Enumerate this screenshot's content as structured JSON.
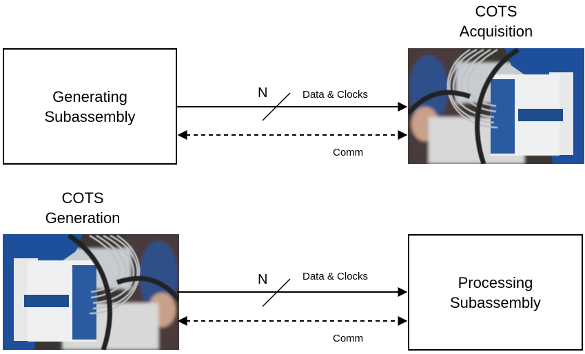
{
  "top": {
    "left_block": {
      "line1": "Generating",
      "line2": "Subassembly"
    },
    "right_block": {
      "title_line1": "COTS",
      "title_line2": "Acquisition",
      "image": "cots-hardware-photo"
    },
    "data_link": {
      "bus_width": "N",
      "label": "Data & Clocks"
    },
    "comm_link": {
      "label": "Comm"
    }
  },
  "bottom": {
    "left_block": {
      "title_line1": "COTS",
      "title_line2": "Generation",
      "image": "cots-hardware-photo-mirrored"
    },
    "right_block": {
      "line1": "Processing",
      "line2": "Subassembly"
    },
    "data_link": {
      "bus_width": "N",
      "label": "Data & Clocks"
    },
    "comm_link": {
      "label": "Comm"
    }
  }
}
